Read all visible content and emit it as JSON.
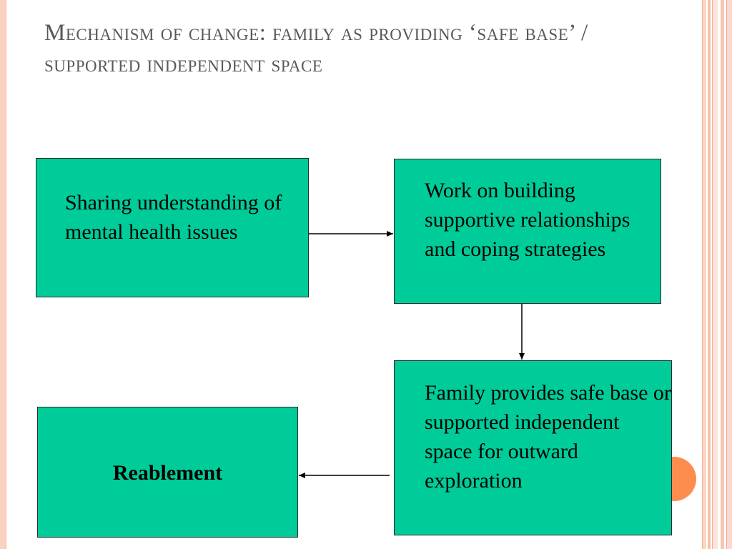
{
  "slide": {
    "title": "Mechanism of change: family as providing ‘safe base’ / supported independent space"
  },
  "diagram": {
    "nodes": [
      {
        "id": "sharing",
        "label": "Sharing understanding of mental health issues"
      },
      {
        "id": "work",
        "label": "Work on building supportive relationships and coping strategies"
      },
      {
        "id": "family",
        "label": "Family provides safe base or supported independent space for outward exploration"
      },
      {
        "id": "reablement",
        "label": "Reablement"
      }
    ],
    "edges": [
      {
        "from": "sharing",
        "to": "work"
      },
      {
        "from": "work",
        "to": "family"
      },
      {
        "from": "family",
        "to": "reablement"
      }
    ]
  },
  "colors": {
    "node_fill": "#00cc99",
    "accent_dot": "#fc8d4f",
    "border": "#fbd2c1",
    "title_text": "#595959"
  }
}
